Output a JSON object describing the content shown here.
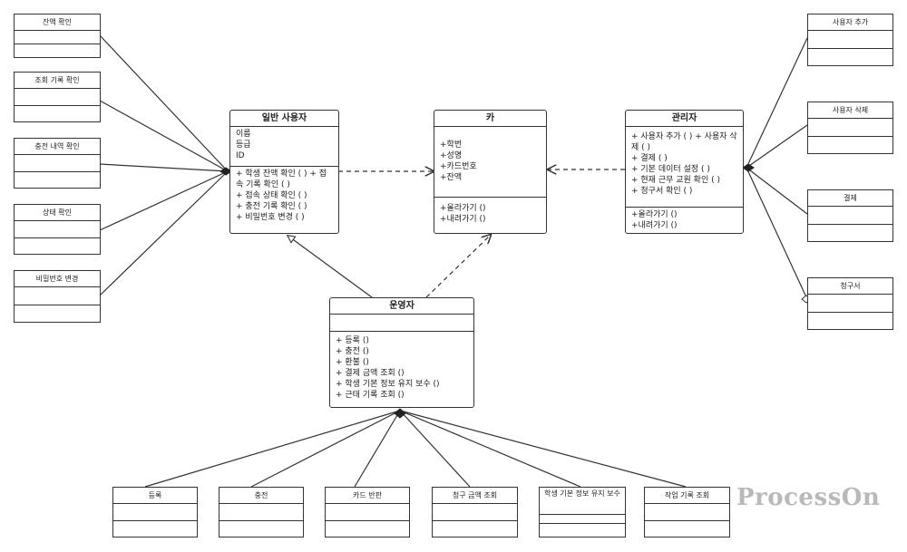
{
  "classes": {
    "user": {
      "title": "일반 사용자",
      "attributes": [
        "이름",
        "등급",
        "ID"
      ],
      "methods": [
        "+ 학생 잔액 확인 ( ) + 접속 기록 확인 ( )",
        "+ 접속 상태 확인 ( )",
        "+ 충전 기록 확인 ( )",
        "+ 비밀번호 변경 ( )"
      ]
    },
    "card": {
      "title": "카",
      "attributes": [
        "+학번",
        "+성명",
        "+카드번호",
        "+잔액"
      ],
      "methods": [
        "+올라가기  ()",
        "+내려가기  ()"
      ]
    },
    "admin": {
      "title": "관리자",
      "methods": [
        "+ 사용자 추가 ( ) + 사용자 삭제 ( )",
        "+ 결제 ( )",
        "+ 기본 데이터 설정 ( )",
        "+ 현재 근무 교원 확인 ( )",
        "+ 청구서 확인 ( )"
      ],
      "methods2": [
        "+올라가기  ()",
        "+내려가기  ()"
      ]
    },
    "operator": {
      "title": "운영자",
      "methods": [
        "+ 등록 ()",
        "+ 충전 ()",
        "+ 환불 ()",
        "+ 결제 금액 조회 ()",
        "+ 학생 기본 정보 유지 보수 ()",
        "+ 근태 기록 조회 ()"
      ]
    }
  },
  "left_boxes": [
    "잔액 확인",
    "조회 기록 확인",
    "충전 내역 확인",
    "상태 확인",
    "비밀번호 변경"
  ],
  "right_boxes": [
    "사용자 추가",
    "사용자 삭제",
    "결제",
    "청구서"
  ],
  "bottom_boxes": [
    "등록",
    "충전",
    "카드 반판",
    "청구 금액 조회",
    "학생 기본 정보 유지 보수",
    "작업 기록 조회"
  ],
  "watermark": "ProcessOn"
}
